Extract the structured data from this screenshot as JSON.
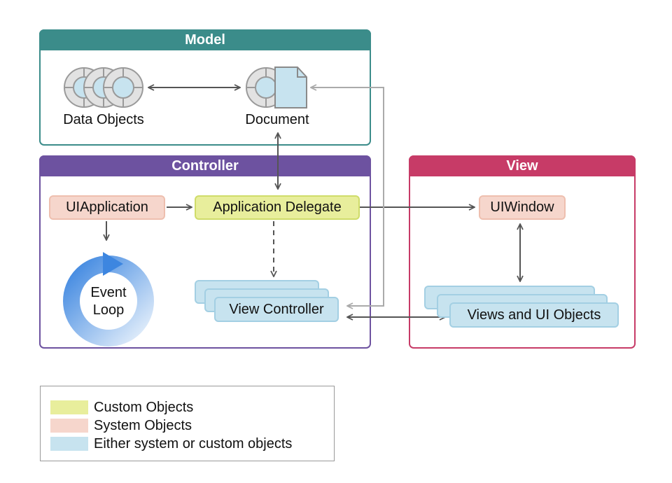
{
  "model": {
    "title": "Model",
    "data_objects_label": "Data Objects",
    "document_label": "Document"
  },
  "controller": {
    "title": "Controller",
    "ui_application": "UIApplication",
    "application_delegate": "Application Delegate",
    "view_controller": "View Controller",
    "event_loop": [
      "Event",
      "Loop"
    ]
  },
  "view": {
    "title": "View",
    "ui_window": "UIWindow",
    "views_ui_objects": "Views and UI Objects"
  },
  "legend": [
    {
      "label": "Custom Objects",
      "color": "#e8ee9c"
    },
    {
      "label": "System Objects",
      "color": "#f6d6cc"
    },
    {
      "label": "Either system or custom objects",
      "color": "#c7e3ef"
    }
  ],
  "colors": {
    "model": "#3b8c8a",
    "controller": "#6d52a0",
    "view": "#c73b67"
  }
}
